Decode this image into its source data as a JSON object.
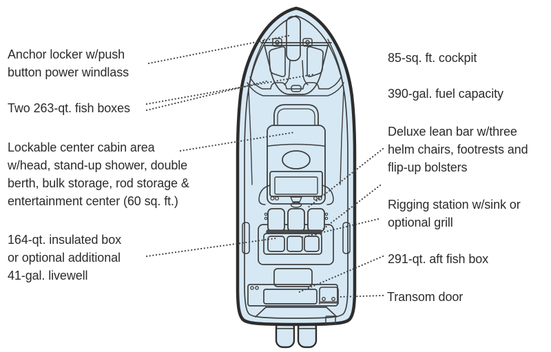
{
  "diagram": {
    "type": "boat-deck-plan-top-view",
    "colors": {
      "hull_fill": "#d6e8f4",
      "hull_outline": "#2d2d2d",
      "detail_line": "#3d3d3d",
      "lean_bar_fill": "#4f4f4f",
      "leader_dots": "#444444",
      "label_text": "#2b2b2b",
      "background": "#ffffff"
    }
  },
  "labels": {
    "left": [
      {
        "id": "anchor-locker",
        "lines": [
          "Anchor locker w/push",
          "button power windlass"
        ]
      },
      {
        "id": "fish-boxes",
        "lines": [
          "Two 263-qt. fish boxes"
        ]
      },
      {
        "id": "center-cabin",
        "lines": [
          "Lockable center cabin area",
          "w/head, stand-up shower, double",
          "berth, bulk storage, rod storage &",
          "entertainment center (60 sq. ft.)"
        ]
      },
      {
        "id": "insulated-box",
        "lines": [
          "164-qt. insulated box",
          "or optional additional",
          "41-gal. livewell"
        ]
      }
    ],
    "right": [
      {
        "id": "cockpit",
        "lines": [
          "85-sq. ft. cockpit"
        ]
      },
      {
        "id": "fuel-capacity",
        "lines": [
          "390-gal. fuel capacity"
        ]
      },
      {
        "id": "lean-bar",
        "lines": [
          "Deluxe lean bar w/three",
          "helm chairs, footrests and",
          "flip-up bolsters"
        ]
      },
      {
        "id": "rigging-station",
        "lines": [
          "Rigging station w/sink or",
          "optional grill"
        ]
      },
      {
        "id": "aft-fish-box",
        "lines": [
          "291-qt. aft fish box"
        ]
      },
      {
        "id": "transom-door",
        "lines": [
          "Transom door"
        ]
      }
    ]
  }
}
